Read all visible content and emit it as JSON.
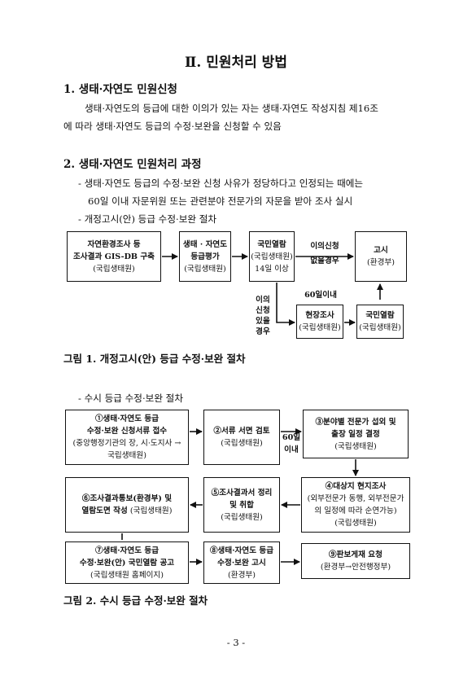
{
  "page_title": "Ⅱ. 민원처리 방법",
  "section1": {
    "heading": "1. 생태·자연도 민원신청",
    "text_line1": "생태·자연도의 등급에 대한 이의가 있는 자는 생태·자연도 작성지침 제16조",
    "text_line2": "에 따라 생태·자연도 등급의 수정·보완을 신청할 수 있음"
  },
  "section2": {
    "heading": "2. 생태·자연도 민원처리 과정",
    "bullet1_line1": "- 생태·자연도 등급의 수정·보완 신청 사유가 정당하다고 인정되는 때에는",
    "bullet1_line2": "60일 이내 자문위원 또는 관련분야 전문가의 자문을 받아 조사 실시",
    "bullet2": "- 개정고시(안) 등급 수정·보완 절차"
  },
  "fig1": {
    "box1": {
      "l1": "자연환경조사 등",
      "l2": "조사결과 GIS-DB 구축",
      "l3": "(국립생태원)"
    },
    "box2": {
      "l1": "생태 · 자연도",
      "l2": "등급평가",
      "l3": "(국립생태원)"
    },
    "box3": {
      "l1": "국민열람",
      "l2": "(국립생태원)",
      "l3": "14일 이상"
    },
    "no_objection": {
      "l1": "이의신청",
      "l2": "없을경우"
    },
    "box4": {
      "l1": "고시",
      "l2": "(환경부)"
    },
    "days60": "60일이내",
    "objection": {
      "l1": "이의",
      "l2": "신청",
      "l3": "있을",
      "l4": "경우"
    },
    "box5": {
      "l1": "현장조사",
      "l2": "(국립생태원)"
    },
    "box6": {
      "l1": "국민열람",
      "l2": "(국립생태원)"
    },
    "caption": "그림 1. 개정고시(안) 등급 수정·보완 절차"
  },
  "bullet3": "- 수시 등급 수정·보완 절차",
  "fig2": {
    "s1": {
      "l1": "①생태·자연도 등급",
      "l2": "수정·보완 신청서류 접수",
      "l3": "(중앙행정기관의 장, 시·도지사 →",
      "l4": "국립생태원)"
    },
    "s2": {
      "l1": "②서류 서면 검토",
      "l2": "(국립생태원)"
    },
    "days": {
      "l1": "60일",
      "l2": "이내"
    },
    "s3": {
      "l1": "③분야별 전문가 섭외 및",
      "l2": "출장 일정 결정",
      "l3": "(국립생태원)"
    },
    "s4": {
      "l1": "④대상지 현지조사",
      "l2": "(외부전문가 동행, 외부전문가",
      "l3": "의 일정에 따라 순연가능)",
      "l4": "(국립생태원)"
    },
    "s5": {
      "l1": "⑤조사결과서 정리",
      "l2": "및 취합",
      "l3": "(국립생태원)"
    },
    "s6": {
      "l1": "⑥조사결과통보(환경부) 및",
      "l2": "열람도면 작성",
      "l3": "(국립생태원)"
    },
    "s7": {
      "l1": "⑦생태·자연도 등급",
      "l2": "수정·보완(안) 국민열람 공고",
      "l3": "(국립생태원 홈페이지)"
    },
    "s8": {
      "l1": "⑧생태·자연도 등급",
      "l2": "수정·보완 고시",
      "l3": "(환경부)"
    },
    "s9": {
      "l1": "⑨판보게재 요청",
      "l2": "(환경부→안전행정부)"
    },
    "caption": "그림 2. 수시 등급 수정·보완 절차"
  },
  "page_number": "- 3 -"
}
